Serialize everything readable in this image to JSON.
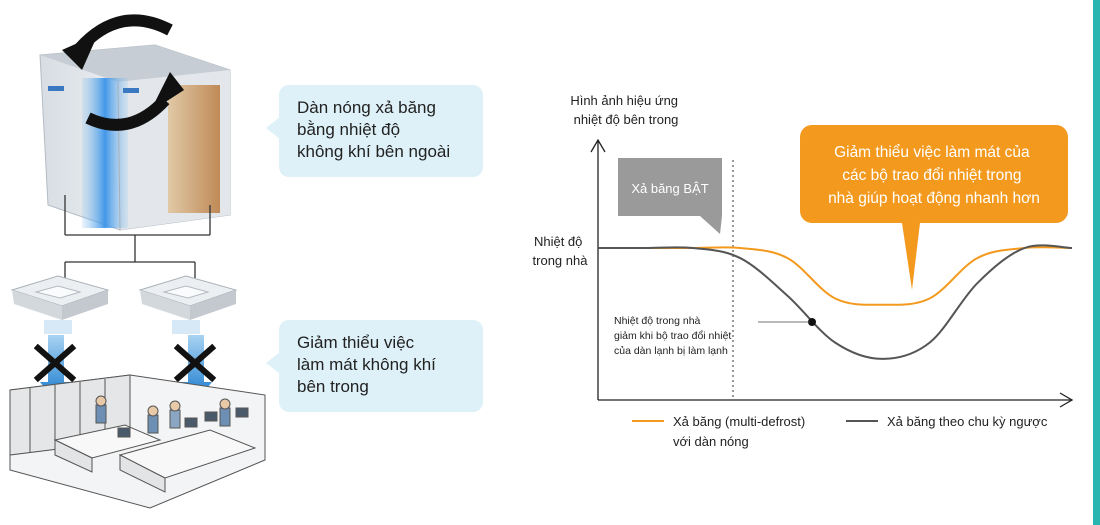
{
  "callouts": {
    "top": [
      "Dàn nóng xả băng",
      "bằng nhiệt độ",
      "không khí bên ngoài"
    ],
    "bottom": [
      "Giảm thiểu việc",
      "làm mát không khí",
      "bên trong"
    ]
  },
  "graph": {
    "y_axis_title": [
      "Hình ảnh hiệu ứng",
      "nhiệt độ bên trong"
    ],
    "y_label": [
      "Nhiệt độ",
      "trong nhà"
    ],
    "defrost_on": "Xả băng BẬT",
    "orange_note": [
      "Giảm thiểu việc làm mát của",
      "các bộ trao đổi nhiệt trong",
      "nhà giúp hoạt động nhanh hơn"
    ],
    "drop_note": [
      "Nhiệt độ trong nhà",
      "giảm khi bộ trao đổi nhiệt",
      "của dàn lạnh bị làm lạnh"
    ],
    "legend": {
      "orange": [
        "Xả băng (multi-defrost)",
        "với dàn nóng"
      ],
      "gray": [
        "Xả băng theo chu kỳ ngược"
      ]
    },
    "colors": {
      "orange": "#f39a1e",
      "gray": "#555555",
      "callout_bg": "#def1f8",
      "accent": "#2ab5b0"
    }
  },
  "chart_data": {
    "type": "line",
    "x": [
      0,
      1,
      2,
      3,
      4,
      5,
      6,
      7,
      8,
      9,
      10
    ],
    "series": [
      {
        "name": "Xả băng (multi-defrost) với dàn nóng",
        "values": [
          1,
          1,
          1,
          1,
          0.92,
          0.6,
          0.55,
          0.6,
          0.92,
          1,
          1
        ]
      },
      {
        "name": "Xả băng theo chu kỳ ngược",
        "values": [
          1,
          1,
          1,
          0.92,
          0.62,
          0.25,
          0.12,
          0.25,
          0.72,
          1,
          1
        ]
      }
    ],
    "ylabel": "Hình ảnh hiệu ứng nhiệt độ bên trong",
    "grid": false
  }
}
